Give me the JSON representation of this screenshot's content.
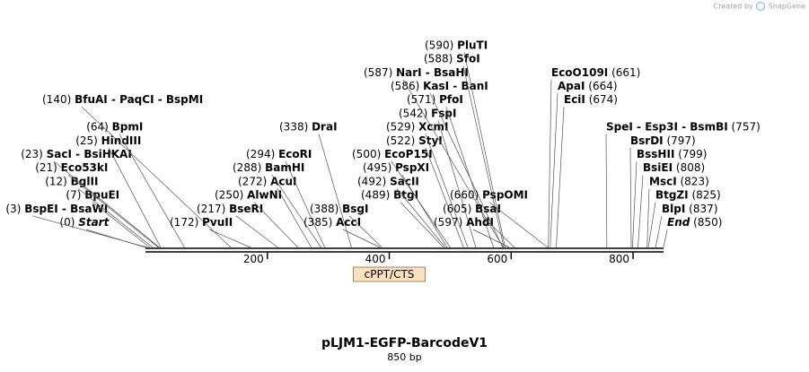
{
  "watermark": {
    "prefix": "Created by",
    "brand": "SnapGene"
  },
  "sequence": {
    "name": "pLJM1-EGFP-BarcodeV1",
    "length_label": "850 bp",
    "length": 850
  },
  "axis_ticks": [
    200,
    400,
    600,
    800
  ],
  "features": [
    {
      "label": "cPPT/CTS",
      "start": 341,
      "end": 459,
      "color": "#fde0c0"
    }
  ],
  "sites": [
    {
      "pos": 0,
      "pos_label": "(0)",
      "names": [
        "Start"
      ],
      "italic": true
    },
    {
      "pos": 3,
      "pos_label": "(3)",
      "names": [
        "BspEI",
        "BsaWI"
      ]
    },
    {
      "pos": 7,
      "pos_label": "(7)",
      "names": [
        "BpuEI"
      ]
    },
    {
      "pos": 12,
      "pos_label": "(12)",
      "names": [
        "BglII"
      ]
    },
    {
      "pos": 21,
      "pos_label": "(21)",
      "names": [
        "Eco53kI"
      ]
    },
    {
      "pos": 23,
      "pos_label": "(23)",
      "names": [
        "SacI",
        "BsiHKAI"
      ]
    },
    {
      "pos": 25,
      "pos_label": "(25)",
      "names": [
        "HindIII"
      ]
    },
    {
      "pos": 64,
      "pos_label": "(64)",
      "names": [
        "BpmI"
      ]
    },
    {
      "pos": 140,
      "pos_label": "(140)",
      "names": [
        "BfuAI",
        "PaqCI",
        "BspMI"
      ]
    },
    {
      "pos": 172,
      "pos_label": "(172)",
      "names": [
        "PvuII"
      ]
    },
    {
      "pos": 217,
      "pos_label": "(217)",
      "names": [
        "BseRI"
      ]
    },
    {
      "pos": 250,
      "pos_label": "(250)",
      "names": [
        "AlwNI"
      ]
    },
    {
      "pos": 272,
      "pos_label": "(272)",
      "names": [
        "AcuI"
      ]
    },
    {
      "pos": 288,
      "pos_label": "(288)",
      "names": [
        "BamHI"
      ]
    },
    {
      "pos": 294,
      "pos_label": "(294)",
      "names": [
        "EcoRI"
      ]
    },
    {
      "pos": 338,
      "pos_label": "(338)",
      "names": [
        "DraI"
      ]
    },
    {
      "pos": 385,
      "pos_label": "(385)",
      "names": [
        "AccI"
      ]
    },
    {
      "pos": 388,
      "pos_label": "(388)",
      "names": [
        "BsgI"
      ]
    },
    {
      "pos": 489,
      "pos_label": "(489)",
      "names": [
        "BtgI"
      ]
    },
    {
      "pos": 492,
      "pos_label": "(492)",
      "names": [
        "SacII"
      ]
    },
    {
      "pos": 495,
      "pos_label": "(495)",
      "names": [
        "PspXI"
      ]
    },
    {
      "pos": 500,
      "pos_label": "(500)",
      "names": [
        "EcoP15I"
      ]
    },
    {
      "pos": 522,
      "pos_label": "(522)",
      "names": [
        "StyI"
      ]
    },
    {
      "pos": 529,
      "pos_label": "(529)",
      "names": [
        "XcmI"
      ]
    },
    {
      "pos": 542,
      "pos_label": "(542)",
      "names": [
        "FspI"
      ]
    },
    {
      "pos": 571,
      "pos_label": "(571)",
      "names": [
        "PfoI"
      ]
    },
    {
      "pos": 586,
      "pos_label": "(586)",
      "names": [
        "KasI",
        "BanI"
      ]
    },
    {
      "pos": 587,
      "pos_label": "(587)",
      "names": [
        "NarI",
        "BsaHI"
      ]
    },
    {
      "pos": 588,
      "pos_label": "(588)",
      "names": [
        "SfoI"
      ]
    },
    {
      "pos": 590,
      "pos_label": "(590)",
      "names": [
        "PluTI"
      ]
    },
    {
      "pos": 597,
      "pos_label": "(597)",
      "names": [
        "AhdI"
      ]
    },
    {
      "pos": 605,
      "pos_label": "(605)",
      "names": [
        "BsaI"
      ]
    },
    {
      "pos": 660,
      "pos_label": "(660)",
      "names": [
        "PspOMI"
      ]
    },
    {
      "pos": 661,
      "pos_label": "(661)",
      "names": [
        "EcoO109I"
      ]
    },
    {
      "pos": 664,
      "pos_label": "(664)",
      "names": [
        "ApaI"
      ]
    },
    {
      "pos": 674,
      "pos_label": "(674)",
      "names": [
        "EciI"
      ]
    },
    {
      "pos": 757,
      "pos_label": "(757)",
      "names": [
        "SpeI",
        "Esp3I",
        "BsmBI"
      ]
    },
    {
      "pos": 797,
      "pos_label": "(797)",
      "names": [
        "BsrDI"
      ]
    },
    {
      "pos": 799,
      "pos_label": "(799)",
      "names": [
        "BssHII"
      ]
    },
    {
      "pos": 808,
      "pos_label": "(808)",
      "names": [
        "BsiEI"
      ]
    },
    {
      "pos": 823,
      "pos_label": "(823)",
      "names": [
        "MscI"
      ]
    },
    {
      "pos": 825,
      "pos_label": "(825)",
      "names": [
        "BtgZI"
      ]
    },
    {
      "pos": 837,
      "pos_label": "(837)",
      "names": [
        "BlpI"
      ]
    },
    {
      "pos": 850,
      "pos_label": "(850)",
      "names": [
        "End"
      ],
      "italic": true
    }
  ]
}
